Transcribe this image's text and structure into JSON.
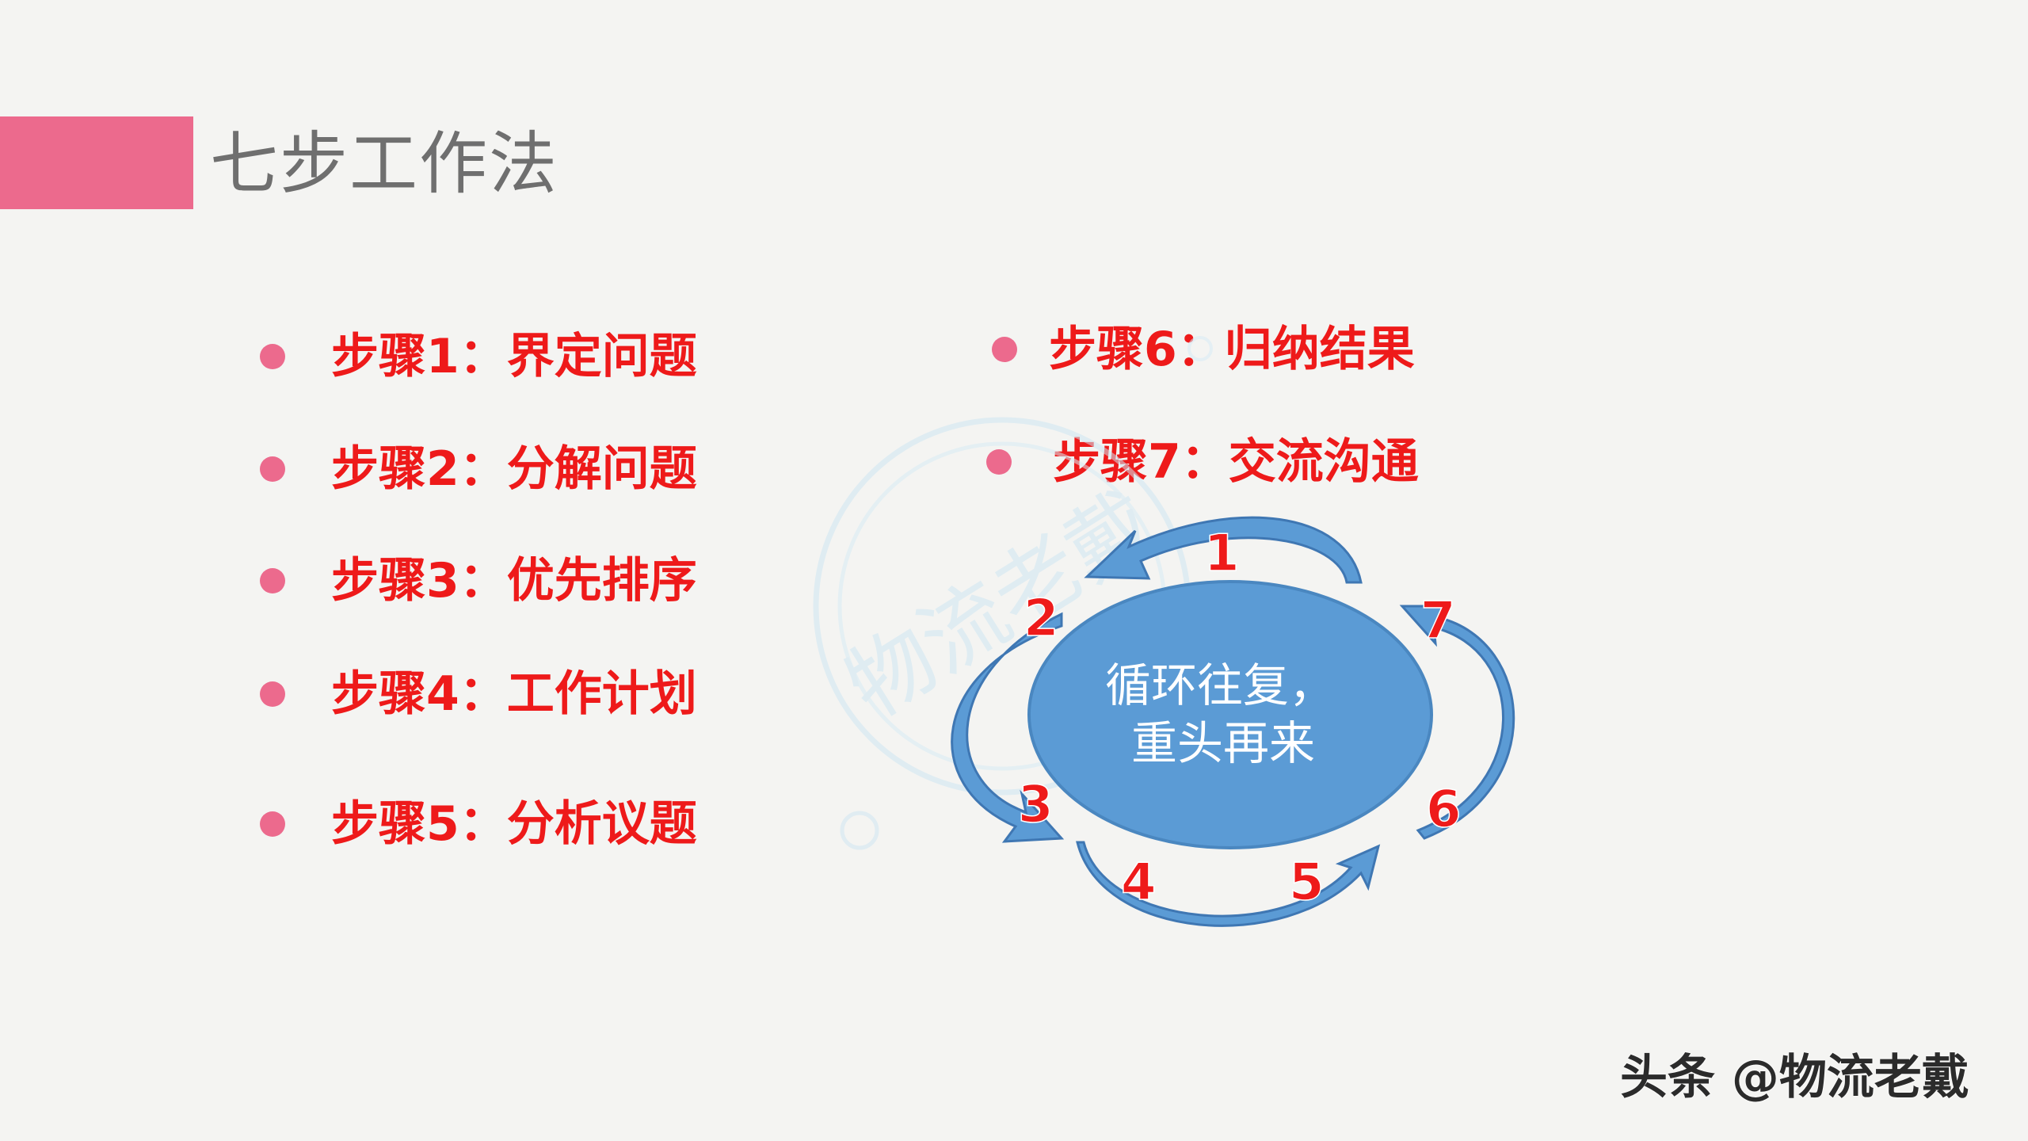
{
  "title": "七步工作法",
  "steps_left": [
    {
      "text": "步骤1：界定问题"
    },
    {
      "text": "步骤2：分解问题"
    },
    {
      "text": "步骤3：优先排序"
    },
    {
      "text": "步骤4：工作计划"
    },
    {
      "text": "步骤5：分析议题"
    }
  ],
  "steps_right": [
    {
      "text": "步骤6：归纳结果"
    },
    {
      "text": "步骤7：交流沟通"
    }
  ],
  "cycle": {
    "center_line1": "循环往复，",
    "center_line2": "重头再来",
    "numbers": [
      "1",
      "2",
      "3",
      "4",
      "5",
      "6",
      "7"
    ]
  },
  "watermark": "物流老戴",
  "credit": "头条 @物流老戴",
  "colors": {
    "accent_pink": "#ec6a8d",
    "step_red": "#ee1a1a",
    "ellipse_blue": "#5b9bd5",
    "arrow_blue": "#4f86c6"
  }
}
